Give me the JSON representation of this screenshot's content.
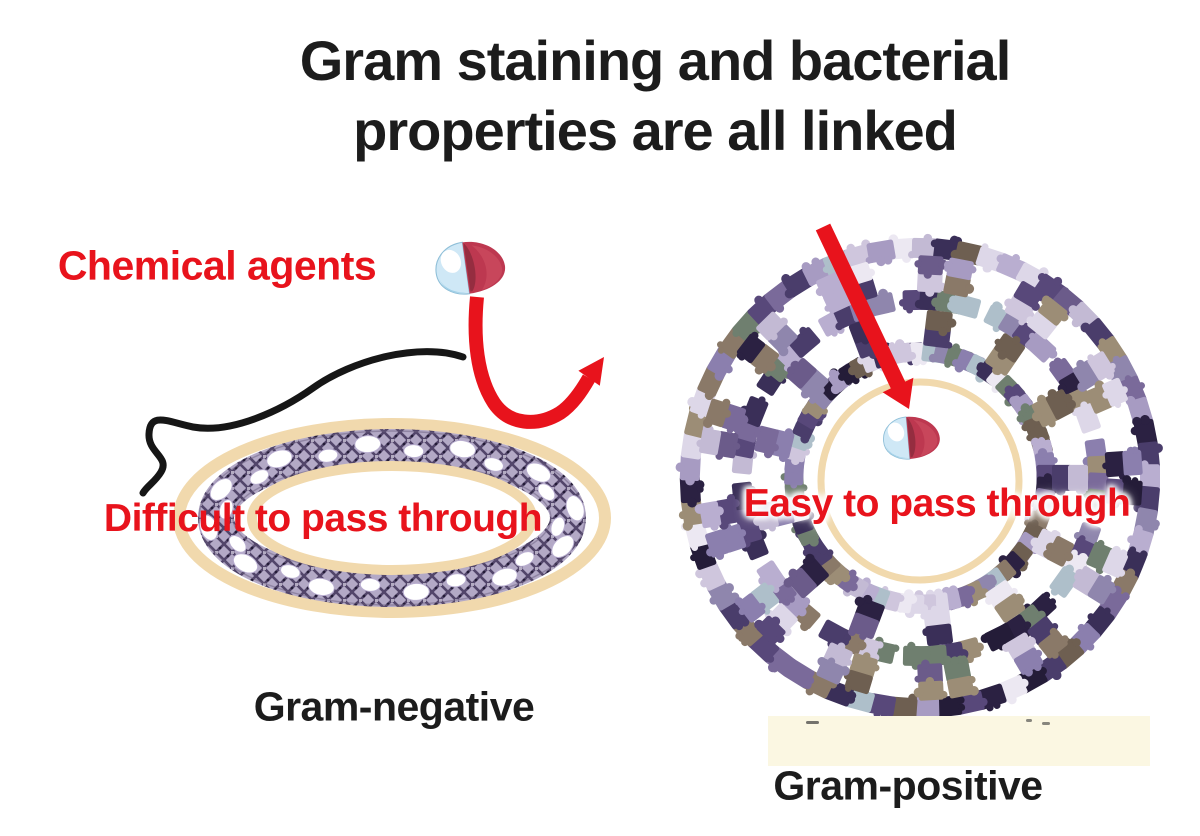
{
  "title": {
    "line1": "Gram staining and bacterial",
    "line2": "properties are all linked"
  },
  "left_panel": {
    "agent_label": "Chemical agents",
    "result_label": "Difficult to pass through",
    "type_label": "Gram-negative"
  },
  "right_panel": {
    "result_label": "Easy to pass through",
    "type_label": "Gram-positive"
  },
  "icons": {
    "drug_capsule": "two-tone medicine capsule (light blue / dark red)",
    "blocked_arrow": "red J-shaped bounce-back arrow",
    "penetration_arrow": "red straight arrow into cell",
    "flagellum_curve": "black whip-like curve with loop"
  },
  "palette": {
    "accent_red": "#e8131c",
    "text_black": "#1c1c1c",
    "membrane_tan": "#f1d9ad",
    "mesh_base": "#b3a9c6",
    "mesh_dark": "#52456a",
    "covered_box_cream": "#fbf7e2",
    "pill_blue": "#cfe8f6",
    "pill_red": "#bd3850",
    "puzzle_colors": [
      "#4a3d6b",
      "#8b7fae",
      "#b9aed0",
      "#ddd7e8",
      "#2b2142",
      "#7a6a9a",
      "#9c8d76",
      "#6b5b8a",
      "#cfc6dd",
      "#58487a",
      "#8a7968",
      "#ece8f2",
      "#3a2f58",
      "#a79bc2",
      "#6e5f51",
      "#8f86ad",
      "#c3bad4",
      "#241c38",
      "#6f7f6f",
      "#aebfca"
    ]
  }
}
